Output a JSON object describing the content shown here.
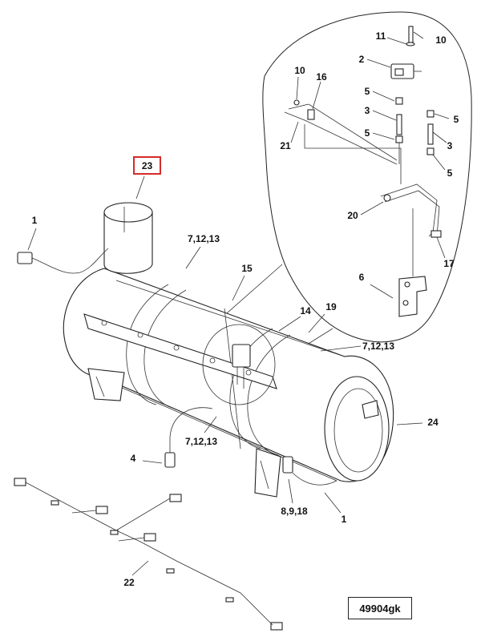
{
  "reference_code": "49904gk",
  "highlighted_callout": "23",
  "callouts": {
    "c1_left": "1",
    "c1_bottom": "1",
    "c2": "2",
    "c3_a": "3",
    "c3_b": "3",
    "c4": "4",
    "c5_a": "5",
    "c5_b": "5",
    "c5_c": "5",
    "c5_d": "5",
    "c6": "6",
    "c7_top": "7,12,13",
    "c7_right": "7,12,13",
    "c7_bottom": "7,12,13",
    "c8": "8,9,18",
    "c10_a": "10",
    "c10_b": "10",
    "c11": "11",
    "c14": "14",
    "c15": "15",
    "c16": "16",
    "c17": "17",
    "c19": "19",
    "c20": "20",
    "c21": "21",
    "c22": "22",
    "c24": "24"
  }
}
